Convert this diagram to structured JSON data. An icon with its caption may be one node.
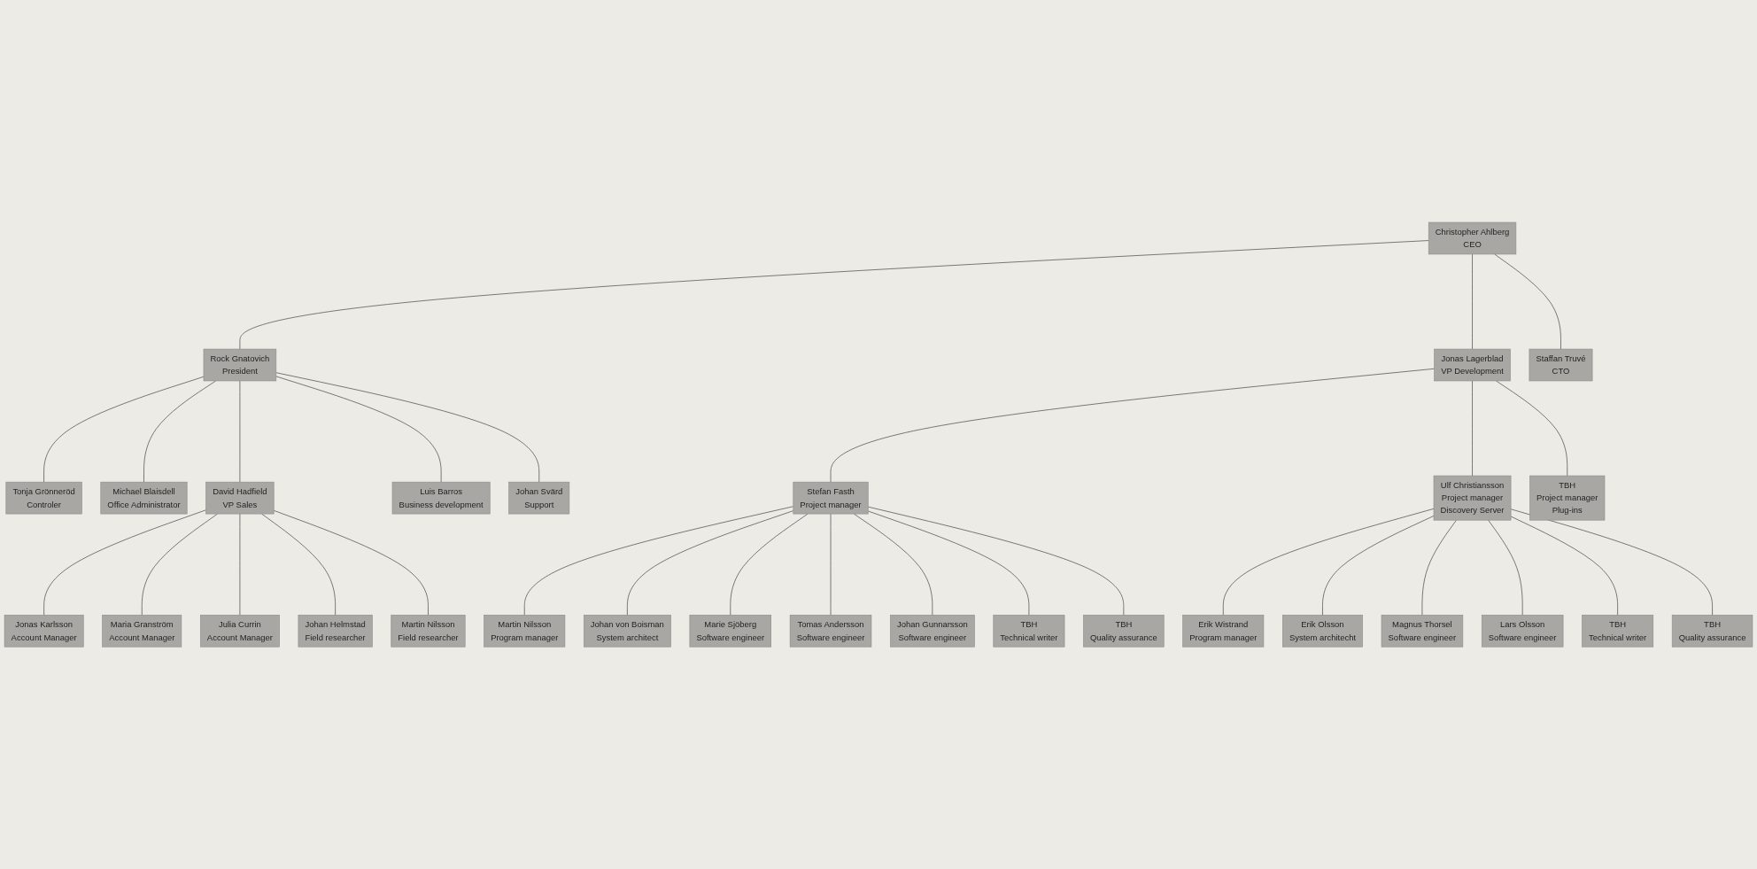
{
  "diagram": {
    "nodes": [
      {
        "text": [
          "Christopher Ahlberg",
          "CEO"
        ]
      },
      {
        "text": [
          "Rock Gnatovich",
          "President"
        ]
      },
      {
        "text": [
          "Jonas Lagerblad",
          "VP Development"
        ]
      },
      {
        "text": [
          "Staffan Truvé",
          "CTO"
        ]
      },
      {
        "text": [
          "Tonja Grönneröd",
          "Controler"
        ]
      },
      {
        "text": [
          "Michael Blaisdell",
          "Office Administrator"
        ]
      },
      {
        "text": [
          "David Hadfield",
          "VP Sales"
        ]
      },
      {
        "text": [
          "Luis Barros",
          "Business development"
        ]
      },
      {
        "text": [
          "Johan Svärd",
          "Support"
        ]
      },
      {
        "text": [
          "Jonas Karlsson",
          "Account Manager"
        ]
      },
      {
        "text": [
          "Maria Granström",
          "Account Manager"
        ]
      },
      {
        "text": [
          "Julia Currin",
          "Account Manager"
        ]
      },
      {
        "text": [
          "Johan Helmstad",
          "Field researcher"
        ]
      },
      {
        "text": [
          "Martin Nilsson",
          "Field researcher"
        ]
      },
      {
        "text": [
          "Stefan Fasth",
          "Project manager"
        ]
      },
      {
        "text": [
          "Ulf Christiansson",
          "Project manager",
          "Discovery Server"
        ]
      },
      {
        "text": [
          "TBH",
          "Project manager",
          "Plug-ins"
        ]
      },
      {
        "text": [
          "Martin Nilsson",
          "Program manager"
        ]
      },
      {
        "text": [
          "Johan von Boisman",
          "System architect"
        ]
      },
      {
        "text": [
          "Marie Sjöberg",
          "Software engineer"
        ]
      },
      {
        "text": [
          "Tomas Andersson",
          "Software engineer"
        ]
      },
      {
        "text": [
          "Johan Gunnarsson",
          "Software engineer"
        ]
      },
      {
        "text": [
          "TBH",
          "Technical writer"
        ]
      },
      {
        "text": [
          "TBH",
          "Quality assurance"
        ]
      },
      {
        "text": [
          "Erik Wistrand",
          "Program manager"
        ]
      },
      {
        "text": [
          "Erik Olsson",
          "System architecht"
        ]
      },
      {
        "text": [
          "Magnus Thorsel",
          "Software engineer"
        ]
      },
      {
        "text": [
          "Lars Olsson",
          "Software engineer"
        ]
      },
      {
        "text": [
          "TBH",
          "Technical writer"
        ]
      },
      {
        "text": [
          "TBH",
          "Quality assurance"
        ]
      }
    ],
    "edges": [
      {
        "from": 0,
        "to": 1,
        "arrow": "none"
      },
      {
        "from": 0,
        "to": 2,
        "arrow": "none"
      },
      {
        "from": 0,
        "to": 3,
        "arrow": "none"
      },
      {
        "from": 1,
        "to": 4,
        "arrow": "none"
      },
      {
        "from": 1,
        "to": 5,
        "arrow": "none"
      },
      {
        "from": 1,
        "to": 6,
        "arrow": "none"
      },
      {
        "from": 1,
        "to": 7,
        "arrow": "none"
      },
      {
        "from": 1,
        "to": 8,
        "arrow": "none"
      },
      {
        "from": 6,
        "to": 9,
        "arrow": "none"
      },
      {
        "from": 6,
        "to": 10,
        "arrow": "none"
      },
      {
        "from": 6,
        "to": 11,
        "arrow": "none"
      },
      {
        "from": 6,
        "to": 12,
        "arrow": "none"
      },
      {
        "from": 6,
        "to": 13,
        "arrow": "none"
      },
      {
        "from": 2,
        "to": 14,
        "arrow": "none"
      },
      {
        "from": 2,
        "to": 15,
        "arrow": "none"
      },
      {
        "from": 2,
        "to": 16,
        "arrow": "none"
      },
      {
        "from": 14,
        "to": 17,
        "arrow": "none"
      },
      {
        "from": 14,
        "to": 18,
        "arrow": "none"
      },
      {
        "from": 14,
        "to": 19,
        "arrow": "none"
      },
      {
        "from": 14,
        "to": 20,
        "arrow": "none"
      },
      {
        "from": 14,
        "to": 21,
        "arrow": "none"
      },
      {
        "from": 14,
        "to": 22,
        "arrow": "none"
      },
      {
        "from": 14,
        "to": 23,
        "arrow": "none"
      },
      {
        "from": 15,
        "to": 24,
        "arrow": "none"
      },
      {
        "from": 15,
        "to": 25,
        "arrow": "none"
      },
      {
        "from": 15,
        "to": 26,
        "arrow": "none"
      },
      {
        "from": 15,
        "to": 27,
        "arrow": "none"
      },
      {
        "from": 15,
        "to": 28,
        "arrow": "none"
      },
      {
        "from": 15,
        "to": 29,
        "arrow": "none"
      }
    ]
  }
}
